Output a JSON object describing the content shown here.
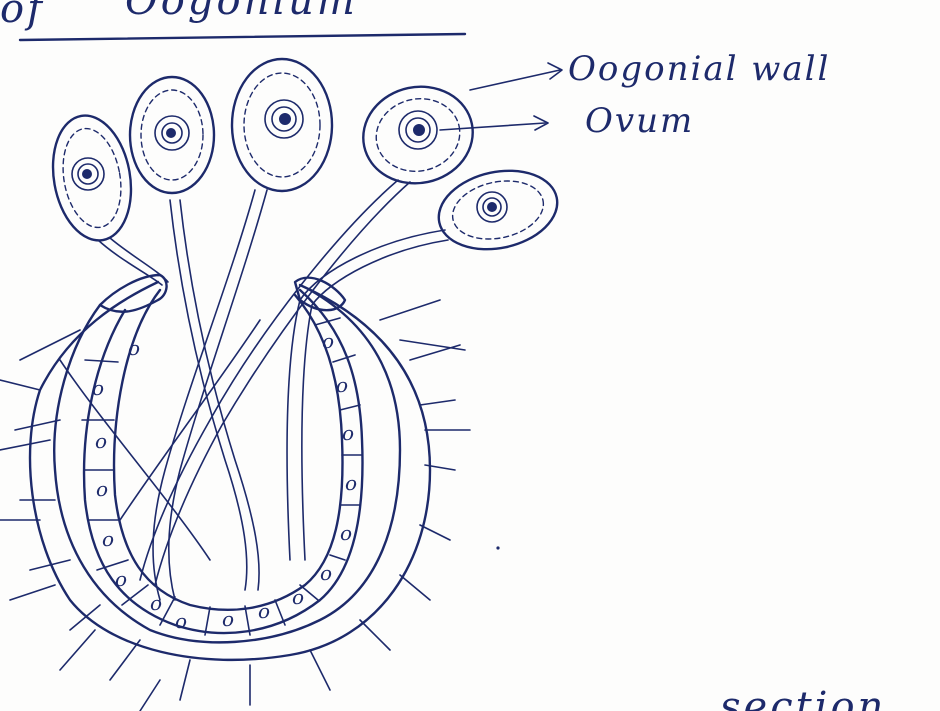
{
  "diagram": {
    "heading_fragment": "of",
    "heading_cut_text": "Oogonium",
    "labels": {
      "oogonial_wall": "Oogonial wall",
      "ovum": "Ovum"
    },
    "bottom_cut_text": "section",
    "ink_color": "#1d2a6b",
    "paper_color": "#fdfdfc"
  }
}
